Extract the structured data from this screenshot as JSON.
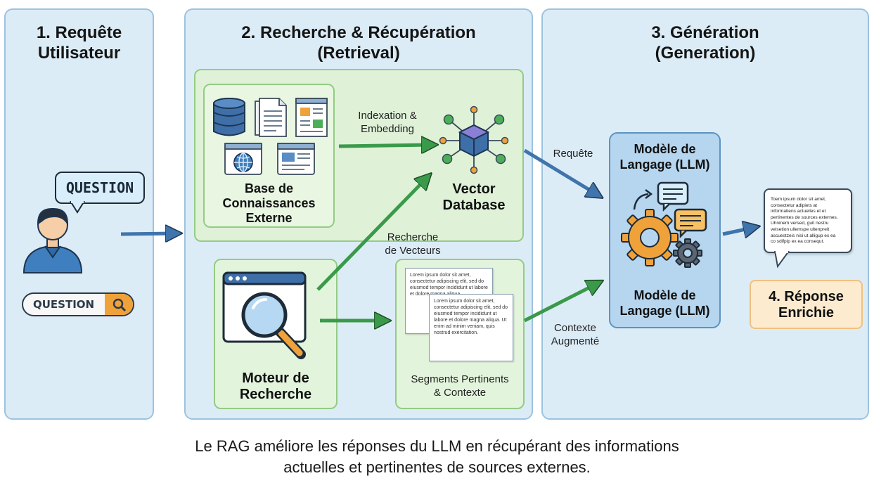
{
  "panels": {
    "user": {
      "title": "1. Requête\nUtilisateur"
    },
    "retrieval": {
      "title": "2. Recherche & Récupération\n(Retrieval)"
    },
    "generation": {
      "title": "3. Génération\n(Generation)"
    }
  },
  "user": {
    "bubble_text": "QUESTION",
    "search_box_text": "QUESTION"
  },
  "retrieval": {
    "kb_label": "Base de\nConnaissances\nExterne",
    "indexing_label": "Indexation &\nEmbedding",
    "vector_db_label": "Vector\nDatabase",
    "vector_search_label": "Recherche\nde Vecteurs",
    "search_engine_label": "Moteur de\nRecherche",
    "segments_label": "Segments Pertinents\n& Contexte",
    "doc_text_1": "Lorem ipsum dolor sit amet, consectetur adipiscing elit, sed do eiusmod tempor incididunt ut labore et dolore magna aliqua.",
    "doc_text_2": "Lorem ipsum dolor sit amet, consectetur adipiscing elit, sed do eiusmod tempor incididunt ut labore et dolore magna aliqua. Ut enim ad minim veniam, quis nostrud exercitation."
  },
  "generation": {
    "query_label": "Requête",
    "context_label": "Contexte\nAugmenté",
    "llm_title_top": "Modèle de\nLangage (LLM)",
    "llm_title_bottom": "Modèle de\nLangage (LLM)",
    "answer_text": "Toem ipsum dolor sit amet,\nconsectetur adipiets at\ninformatiens actuelles et et\npertinentes de sources externes.\nUhninem versed, guit nestru\nvelsetion ullemspe ultenpreit\nascuestzeis nisi ut alligup ex ea\nco sdifpip ex ea consequt.",
    "answer_label": "4. Réponse\nEnrichie"
  },
  "caption": "Le RAG améliore les réponses du LLM en récupérant des informations\nactuelles et pertinentes de sources externes.",
  "colors": {
    "panel_bg": "#dcecf7",
    "green_box": "#dff2d8",
    "arrow_blue": "#3f74ad",
    "arrow_green": "#3a9a4a",
    "accent_orange": "#f0a23a",
    "answer_box": "#fdebcf"
  }
}
